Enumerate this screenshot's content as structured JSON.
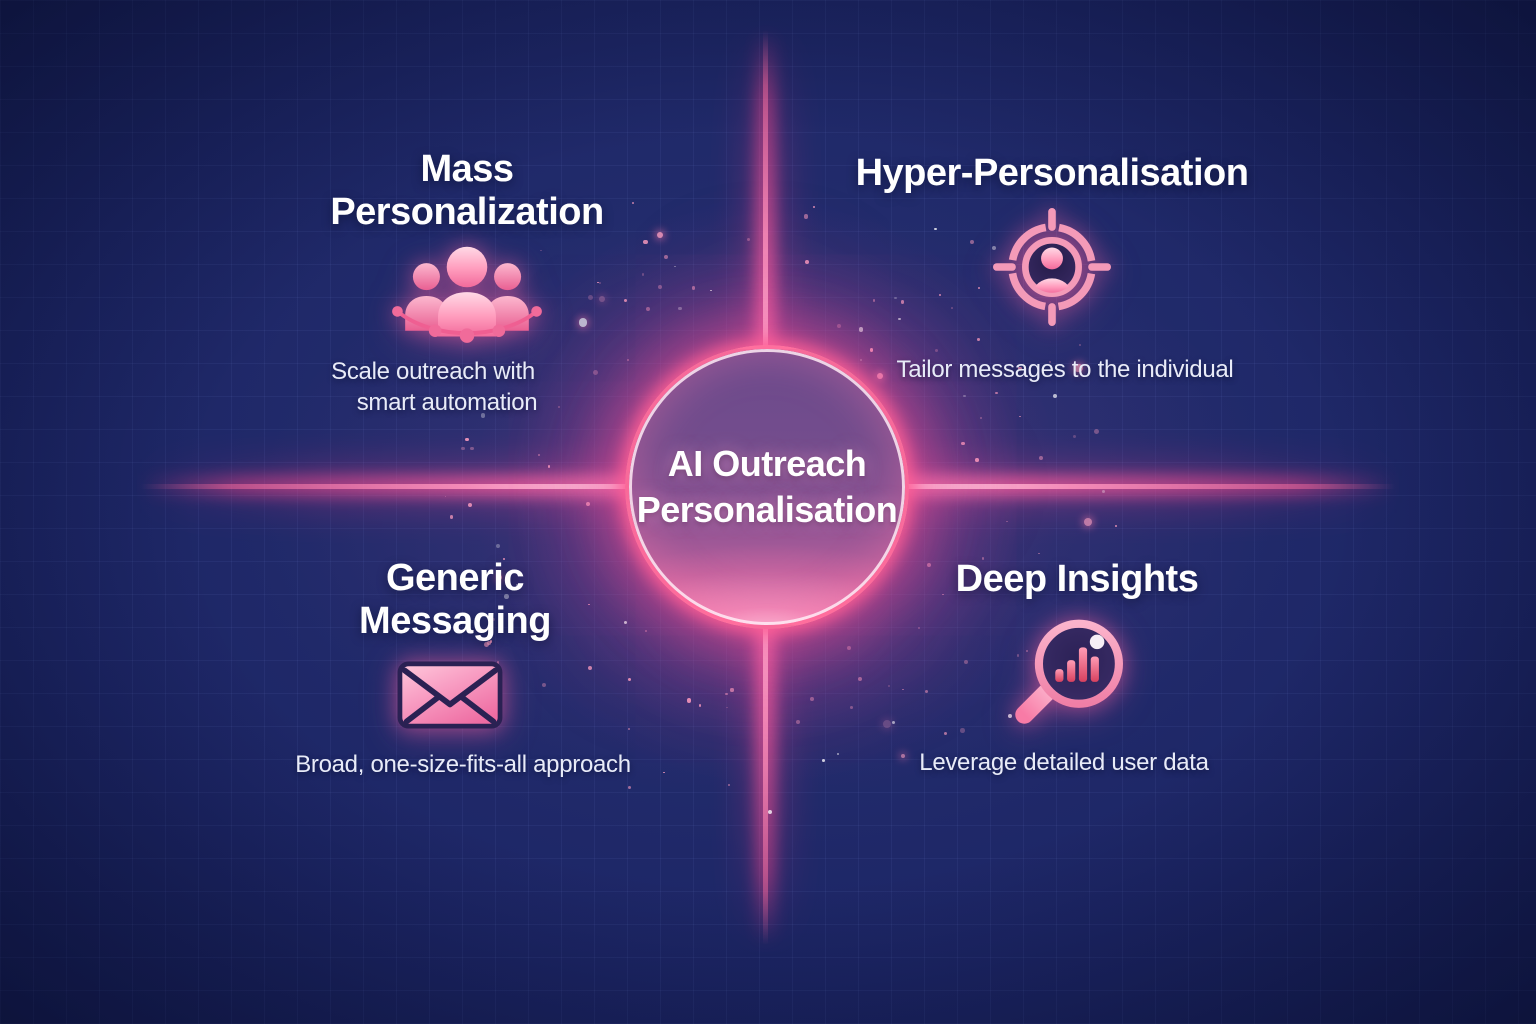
{
  "center": {
    "title_line1": "AI Outreach",
    "title_line2": "Personalisation"
  },
  "quadrants": {
    "top_left": {
      "title_line1": "Mass",
      "title_line2": "Personalization",
      "caption_line1": "Scale outreach with",
      "caption_line2": "smart automation",
      "icon": "people-network-icon"
    },
    "top_right": {
      "title": "Hyper-Personalisation",
      "caption": "Tailor messages to the individual",
      "icon": "target-person-icon"
    },
    "bottom_left": {
      "title_line1": "Generic",
      "title_line2": "Messaging",
      "caption": "Broad, one-size-fits-all approach",
      "icon": "envelope-icon"
    },
    "bottom_right": {
      "title": "Deep Insights",
      "caption": "Leverage detailed user data",
      "icon": "magnifier-chart-icon"
    }
  },
  "colors": {
    "background_navy": "#141c54",
    "accent_pink": "#ff6d9a",
    "beam_core": "#ffeef6",
    "circle_purple": "#744d8d",
    "title_text": "#ffffff",
    "caption_text": "#e8ebf8",
    "icon_outline_dark": "#2a2153"
  }
}
